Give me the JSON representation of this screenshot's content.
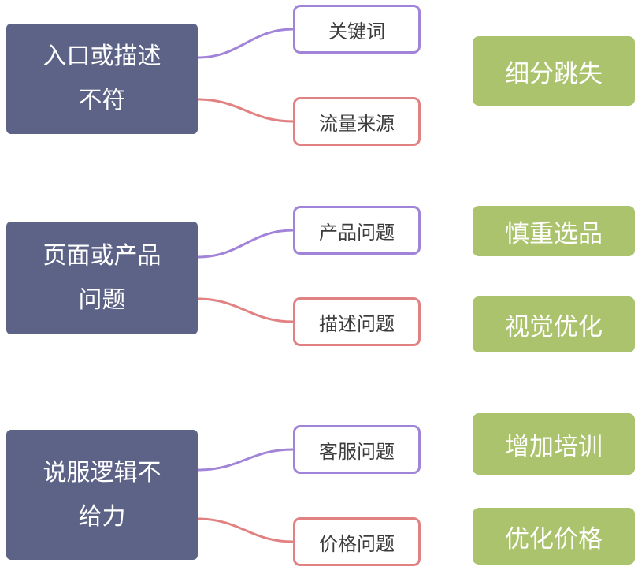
{
  "diagram": {
    "causes": [
      {
        "label": "入口或描述\n不符"
      },
      {
        "label": "页面或产品\n问题"
      },
      {
        "label": "说服逻辑不\n给力"
      }
    ],
    "factors": [
      {
        "label": "关键词",
        "variant": "purple"
      },
      {
        "label": "流量来源",
        "variant": "red"
      },
      {
        "label": "产品问题",
        "variant": "purple"
      },
      {
        "label": "描述问题",
        "variant": "red"
      },
      {
        "label": "客服问题",
        "variant": "purple"
      },
      {
        "label": "价格问题",
        "variant": "red"
      }
    ],
    "solutions": [
      {
        "label": "细分跳失"
      },
      {
        "label": "慎重选品"
      },
      {
        "label": "视觉优化"
      },
      {
        "label": "增加培训"
      },
      {
        "label": "优化价格"
      }
    ]
  },
  "colors": {
    "cause-bg": "#5c6387",
    "purple": "#a184d8",
    "red": "#e28182",
    "green": "#abc36c",
    "text-dark": "#3c3c3c"
  }
}
